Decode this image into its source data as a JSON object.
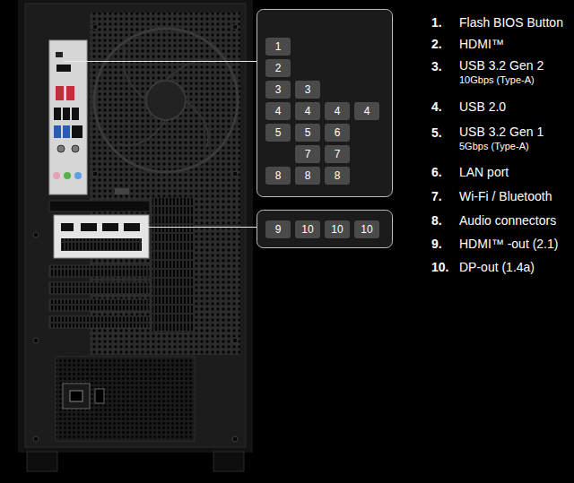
{
  "diagram": {
    "nodes": [
      {
        "text": [
          "1"
        ]
      },
      {
        "text": [
          "2"
        ]
      },
      {
        "text": [
          "3"
        ]
      },
      {
        "text": [
          "3"
        ]
      },
      {
        "text": [
          "4"
        ]
      },
      {
        "text": [
          "4"
        ]
      },
      {
        "text": [
          "4"
        ]
      },
      {
        "text": [
          "4"
        ]
      },
      {
        "text": [
          "5"
        ]
      },
      {
        "text": [
          "5"
        ]
      },
      {
        "text": [
          "6"
        ]
      },
      {
        "text": [
          "7"
        ]
      },
      {
        "text": [
          "7"
        ]
      },
      {
        "text": [
          "8"
        ]
      },
      {
        "text": [
          "8"
        ]
      },
      {
        "text": [
          "8"
        ]
      },
      {
        "text": [
          "9"
        ]
      },
      {
        "text": [
          "10"
        ]
      },
      {
        "text": [
          "10"
        ]
      },
      {
        "text": [
          "10"
        ]
      }
    ],
    "labels": [
      "1.",
      "Flash BIOS Button",
      "2.",
      "HDMI™",
      "3.",
      "USB 3.2 Gen 2",
      "10Gbps (Type-A)",
      "4.",
      "USB 2.0",
      "5.",
      "USB 3.2 Gen 1",
      "5Gbps (Type-A)",
      "6.",
      "LAN port",
      "7.",
      "Wi-Fi / Bluetooth",
      "8.",
      "Audio connectors",
      "9.",
      "HDMI™ -out (2.1)",
      "10.",
      "DP-out (1.4a)"
    ]
  }
}
